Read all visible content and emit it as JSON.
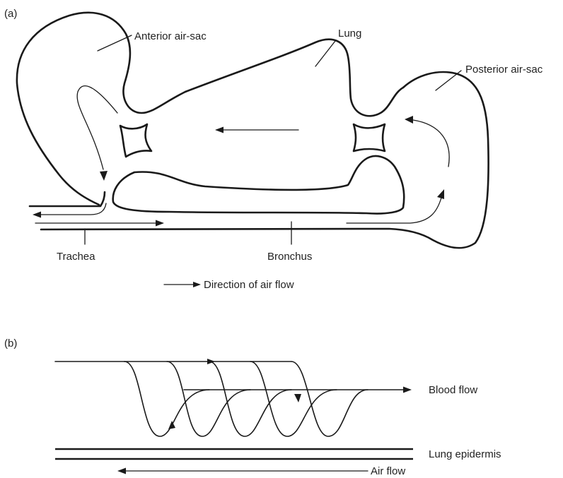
{
  "panel_a": {
    "tag": "(a)",
    "labels": {
      "anterior_air_sac": "Anterior air-sac",
      "lung": "Lung",
      "posterior_air_sac": "Posterior air-sac",
      "trachea": "Trachea",
      "bronchus": "Bronchus"
    },
    "legend": "Direction of air flow"
  },
  "panel_b": {
    "tag": "(b)",
    "labels": {
      "blood_flow": "Blood flow",
      "lung_epidermis": "Lung epidermis",
      "air_flow": "Air flow"
    }
  }
}
